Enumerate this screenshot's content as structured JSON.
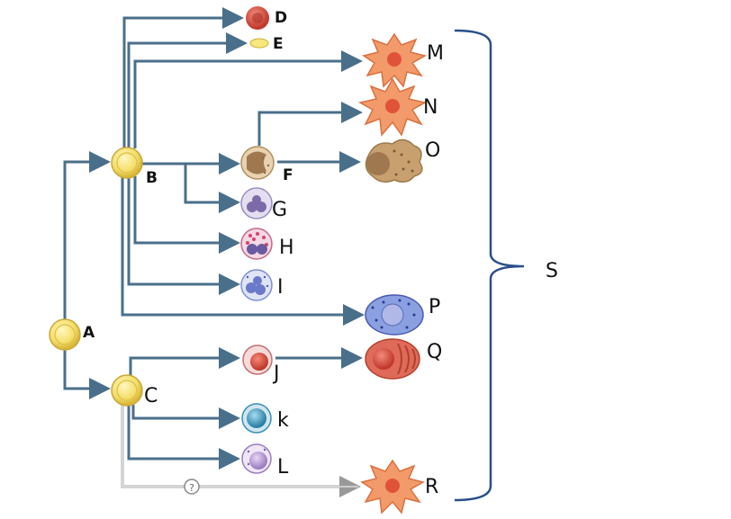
{
  "labels": {
    "A": "A",
    "B": "B",
    "C": "C",
    "D": "D",
    "E": "E",
    "F": "F",
    "G": "G",
    "H": "H",
    "I": "I",
    "J": "J",
    "K": "k",
    "L": "L",
    "M": "M",
    "N": "N",
    "O": "O",
    "P": "P",
    "Q": "Q",
    "R": "R",
    "S": "S"
  },
  "unknown_marker": "?",
  "colors": {
    "arrow": "#4a6f8a",
    "stem_cell": "#f4df6a",
    "bracket": "#2a4f8a",
    "rbc": "#d64d3a",
    "macrophage": "#f08a5d",
    "monocyte": "#c6a57a",
    "basophil": "#7d6aa8",
    "eosinophil": "#d9406a",
    "neutrophil": "#7b8fd6",
    "lymphocyte": "#3a8fb3",
    "plasma": "#9b7cc2"
  }
}
